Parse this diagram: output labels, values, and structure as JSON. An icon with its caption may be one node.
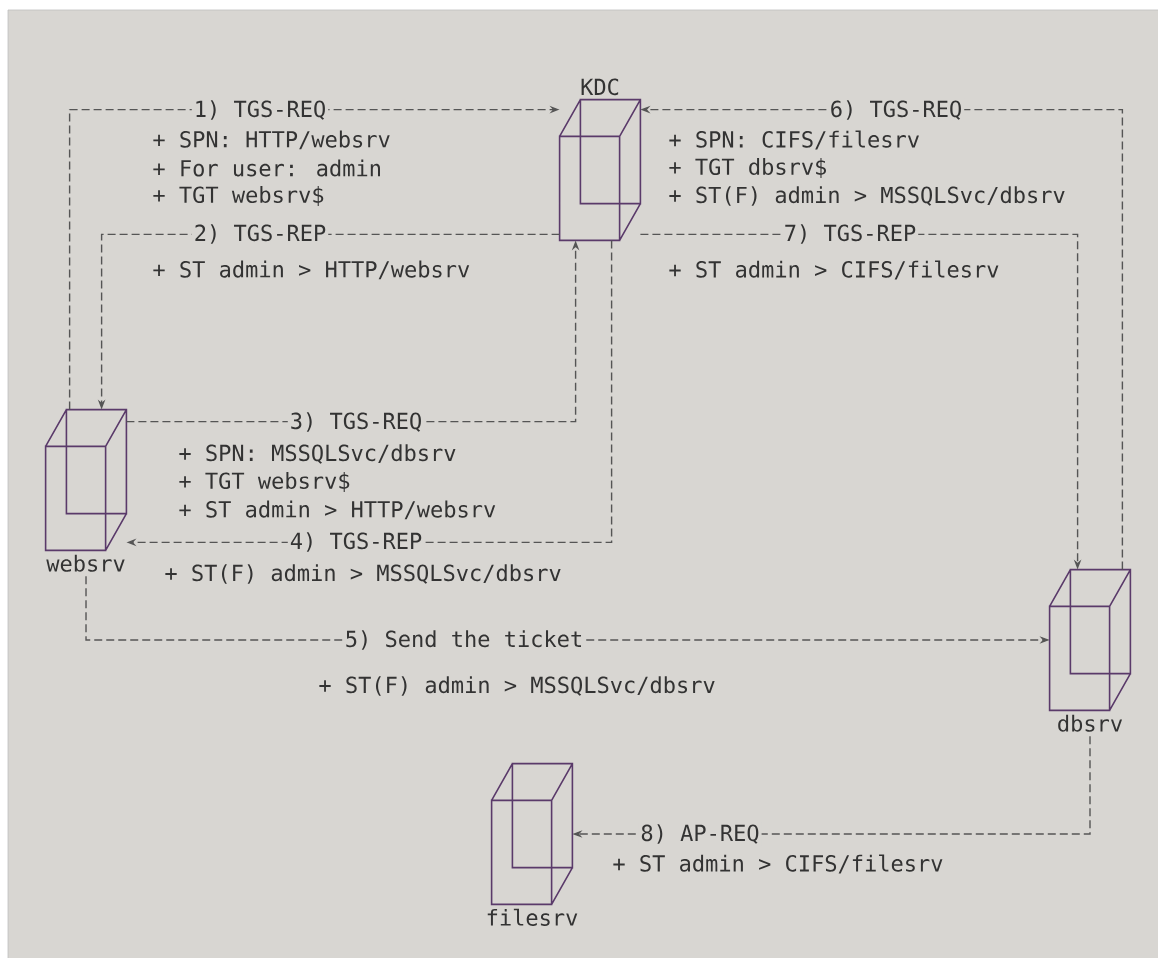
{
  "diagram": {
    "nodes": [
      {
        "text": [
          "KDC"
        ]
      },
      {
        "text": [
          "websrv"
        ]
      },
      {
        "text": [
          "dbsrv"
        ]
      },
      {
        "text": [
          "filesrv"
        ]
      }
    ],
    "edges": [
      {
        "from": 1,
        "to": 0,
        "arrow": "to",
        "label": "1) TGS-REQ"
      },
      {
        "from": 0,
        "to": 1,
        "arrow": "to",
        "label": "2) TGS-REP"
      },
      {
        "from": 1,
        "to": 0,
        "arrow": "to",
        "label": "3) TGS-REQ"
      },
      {
        "from": 0,
        "to": 1,
        "arrow": "to",
        "label": "4) TGS-REP"
      },
      {
        "from": 1,
        "to": 2,
        "arrow": "to",
        "label": "5) Send the ticket"
      },
      {
        "from": 2,
        "to": 0,
        "arrow": "to",
        "label": "6) TGS-REQ"
      },
      {
        "from": 0,
        "to": 2,
        "arrow": "to",
        "label": "7) TGS-REP"
      },
      {
        "from": 2,
        "to": 3,
        "arrow": "to",
        "label": "8) AP-REQ"
      }
    ],
    "labels": [
      "+ SPN: HTTP/websrv",
      "+ For user: admin",
      "+ TGT websrv$",
      "+ SPN: CIFS/filesrv",
      "+ TGT dbsrv$",
      "+ ST(F) admin > MSSQLSvc/dbsrv",
      "+ ST admin > HTTP/websrv",
      "+ ST admin > CIFS/filesrv",
      "+ SPN: MSSQLSvc/dbsrv",
      "+ TGT websrv$",
      "+ ST admin > HTTP/websrv",
      "+ ST(F) admin > MSSQLSvc/dbsrv",
      "+ ST(F) admin > MSSQLSvc/dbsrv",
      "+ ST admin > CIFS/filesrv"
    ]
  }
}
